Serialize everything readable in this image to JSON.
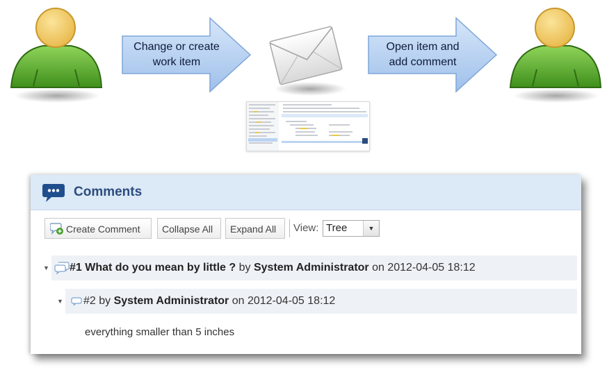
{
  "diagram": {
    "step1_label_line1": "Change or create",
    "step1_label_line2": "work item",
    "step2_label_line1": "Open item and",
    "step2_label_line2": "add comment"
  },
  "comments_panel": {
    "title": "Comments",
    "toolbar": {
      "create_label": "Create Comment",
      "collapse_label": "Collapse All",
      "expand_label": "Expand All",
      "view_label": "View:",
      "view_value": "Tree"
    },
    "threads": [
      {
        "number": "#1",
        "subject": "What do you mean by little ?",
        "by_text": "by",
        "author": "System Administrator",
        "on_text": "on 2012-04-05 18:12"
      },
      {
        "number": "#2",
        "by_text": "by",
        "author": "System Administrator",
        "on_text": "on 2012-04-05 18:12",
        "body": "everything smaller than 5 inches"
      }
    ]
  },
  "colors": {
    "person_body": "#5fb62f",
    "person_head": "#f3cf6a",
    "arrow_fill": "#b9d2f2",
    "header_bg": "#dce9f6",
    "title_color": "#2b4c7e"
  }
}
